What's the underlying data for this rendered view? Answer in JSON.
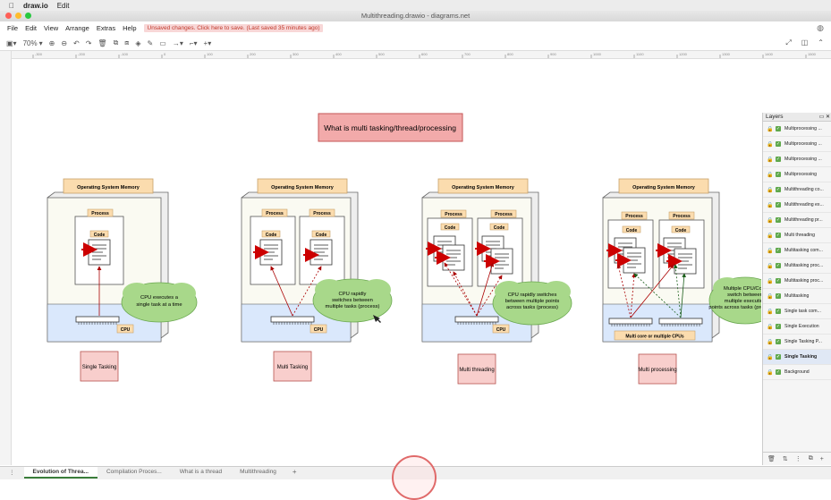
{
  "mac_menu": {
    "apple": "",
    "app": "draw.io",
    "edit": "Edit"
  },
  "window": {
    "title": "Multithreading.drawio - diagrams.net"
  },
  "menubar": {
    "items": [
      "File",
      "Edit",
      "View",
      "Arrange",
      "Extras",
      "Help"
    ],
    "unsaved": "Unsaved changes. Click here to save. (Last saved 35 minutes ago)"
  },
  "toolbar": {
    "zoom": "70%"
  },
  "ruler": {
    "ticks": [
      "-300",
      "-200",
      "-100",
      "0",
      "100",
      "200",
      "300",
      "400",
      "500",
      "600",
      "700",
      "800",
      "900",
      "1000",
      "1100",
      "1200",
      "1300",
      "1400",
      "1500"
    ]
  },
  "diagram": {
    "title": "What is multi tasking/thread/processing",
    "os_memory": "Operating System Memory",
    "process": "Process",
    "code": "Code",
    "cpu": "CPU",
    "multi_cpu": "Multi core or multiple CPUs",
    "panels": [
      {
        "cloud": "CPU executes a single task at a time",
        "label": "Single Tasking"
      },
      {
        "cloud": "CPU rapidly switches between multiple tasks (process)",
        "label": "Multi Tasking"
      },
      {
        "cloud": "CPU rapidly switches between multiple points across tasks (process)",
        "label": "Multi threading"
      },
      {
        "cloud": "Multiple CPU/Core switch between multiple execution points across tasks (processes)",
        "label": "Multi processing"
      }
    ]
  },
  "layers": {
    "title": "Layers",
    "items": [
      "Multiprocessing ...",
      "Multiprocessing ...",
      "Multiprocessing ...",
      "Multiprocessing",
      "Multithreading co...",
      "Multithreading ex...",
      "Multithreading pr...",
      "Multi threading",
      "Multitasking com...",
      "Multitasking proc...",
      "Multitasking proc...",
      "Multitasking",
      "Single task com...",
      "Single Execution",
      "Single Tasking P...",
      "Single Tasking",
      "Background"
    ],
    "selected": 15
  },
  "tabs": [
    "Evolution of Threa...",
    "Compilation Proces...",
    "What is a thread",
    "Multithreading"
  ],
  "colors": {
    "accent": "#3a7d3a",
    "title_box": "#f2aaaa",
    "os_memory": "#fbdcae",
    "cloud": "#a8d88a",
    "label_box": "#f8cecc",
    "cpu_area": "#dae8fc"
  }
}
